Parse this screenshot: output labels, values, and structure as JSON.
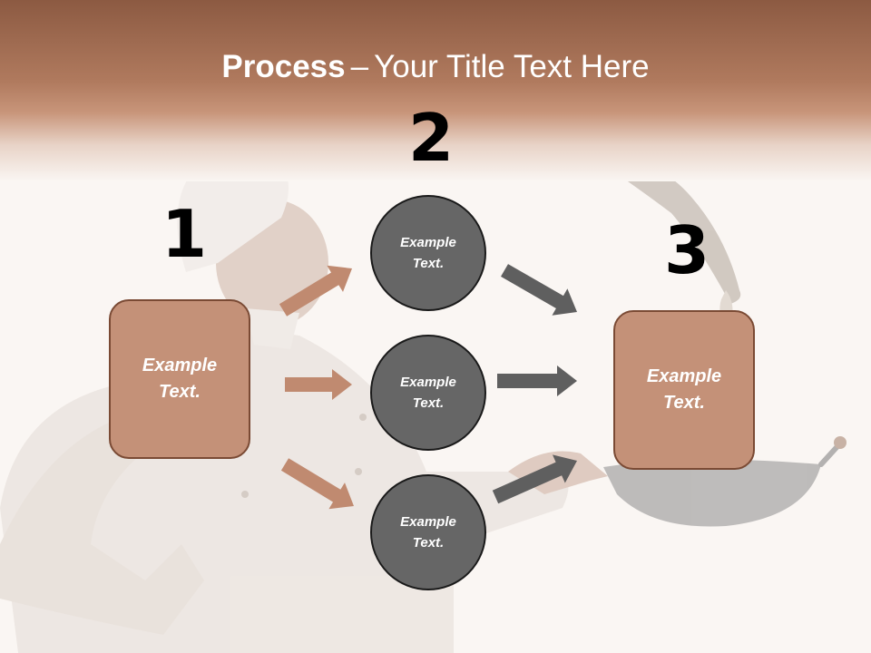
{
  "slide": {
    "title_bold": "Process",
    "title_separator": "–",
    "title_rest": "Your Title Text Here"
  },
  "steps": [
    {
      "number": "1",
      "label": "Example Text."
    },
    {
      "number": "2",
      "label": "Example Text."
    },
    {
      "number": "3",
      "label": "Example Text."
    }
  ],
  "middle_items": [
    {
      "label": "Example Text."
    },
    {
      "label": "Example Text."
    },
    {
      "label": "Example Text."
    }
  ],
  "colors": {
    "accent_brown": "#c49178",
    "arrow_brown": "#c08a70",
    "circle_gray": "#666666",
    "arrow_gray": "#5f5f5f"
  }
}
